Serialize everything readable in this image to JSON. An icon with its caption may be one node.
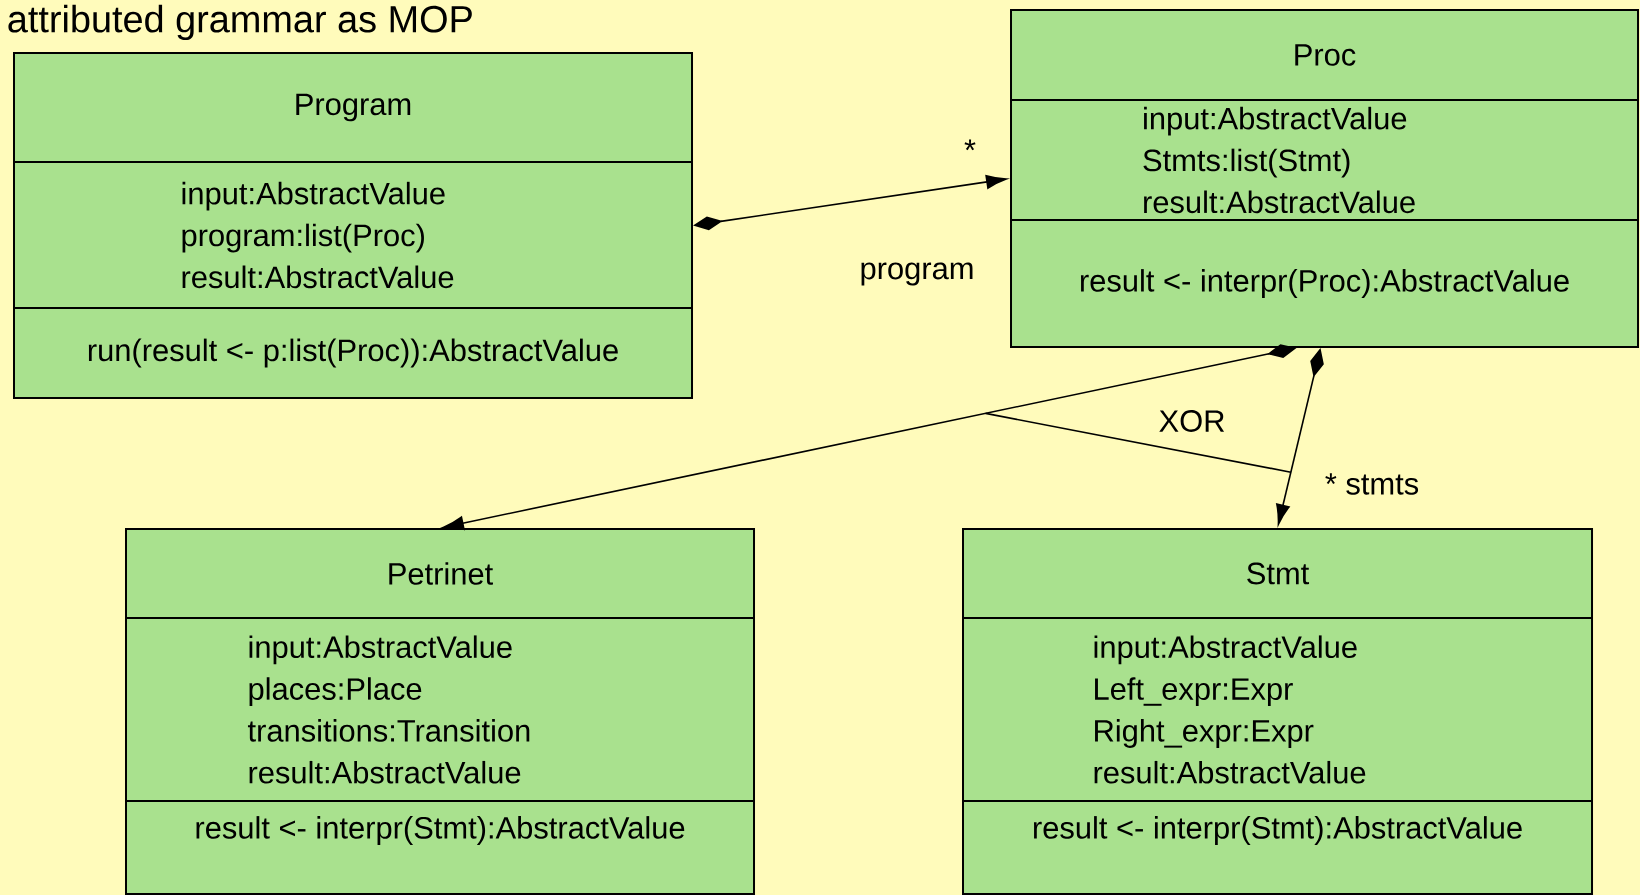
{
  "diagram": {
    "title": "attributed grammar as MOP",
    "nodes": [
      {
        "text": [
          "Program",
          "input:AbstractValue program:list(Proc) result:AbstractValue",
          "run(result <- p:list(Proc)):AbstractValue"
        ]
      },
      {
        "text": [
          "Proc",
          "input:AbstractValue Stmts:list(Stmt) result:AbstractValue",
          "result <- interpr(Proc):AbstractValue"
        ]
      },
      {
        "text": [
          "Petrinet",
          "input:AbstractValue places:Place transitions:Transition result:AbstractValue",
          "result <- interpr(Stmt):AbstractValue"
        ]
      },
      {
        "text": [
          "Stmt",
          "input:AbstractValue Left_expr:Expr Right_expr:Expr result:AbstractValue",
          "result <- interpr(Stmt):AbstractValue"
        ]
      }
    ],
    "edges": [
      {
        "from": 0,
        "to": 1,
        "arrow": "to",
        "label": "program"
      },
      {
        "from": 1,
        "to": 2,
        "arrow": "to"
      },
      {
        "from": 1,
        "to": 3,
        "arrow": "to",
        "label": "* stmts"
      }
    ],
    "labels": [
      "*",
      "XOR"
    ]
  }
}
